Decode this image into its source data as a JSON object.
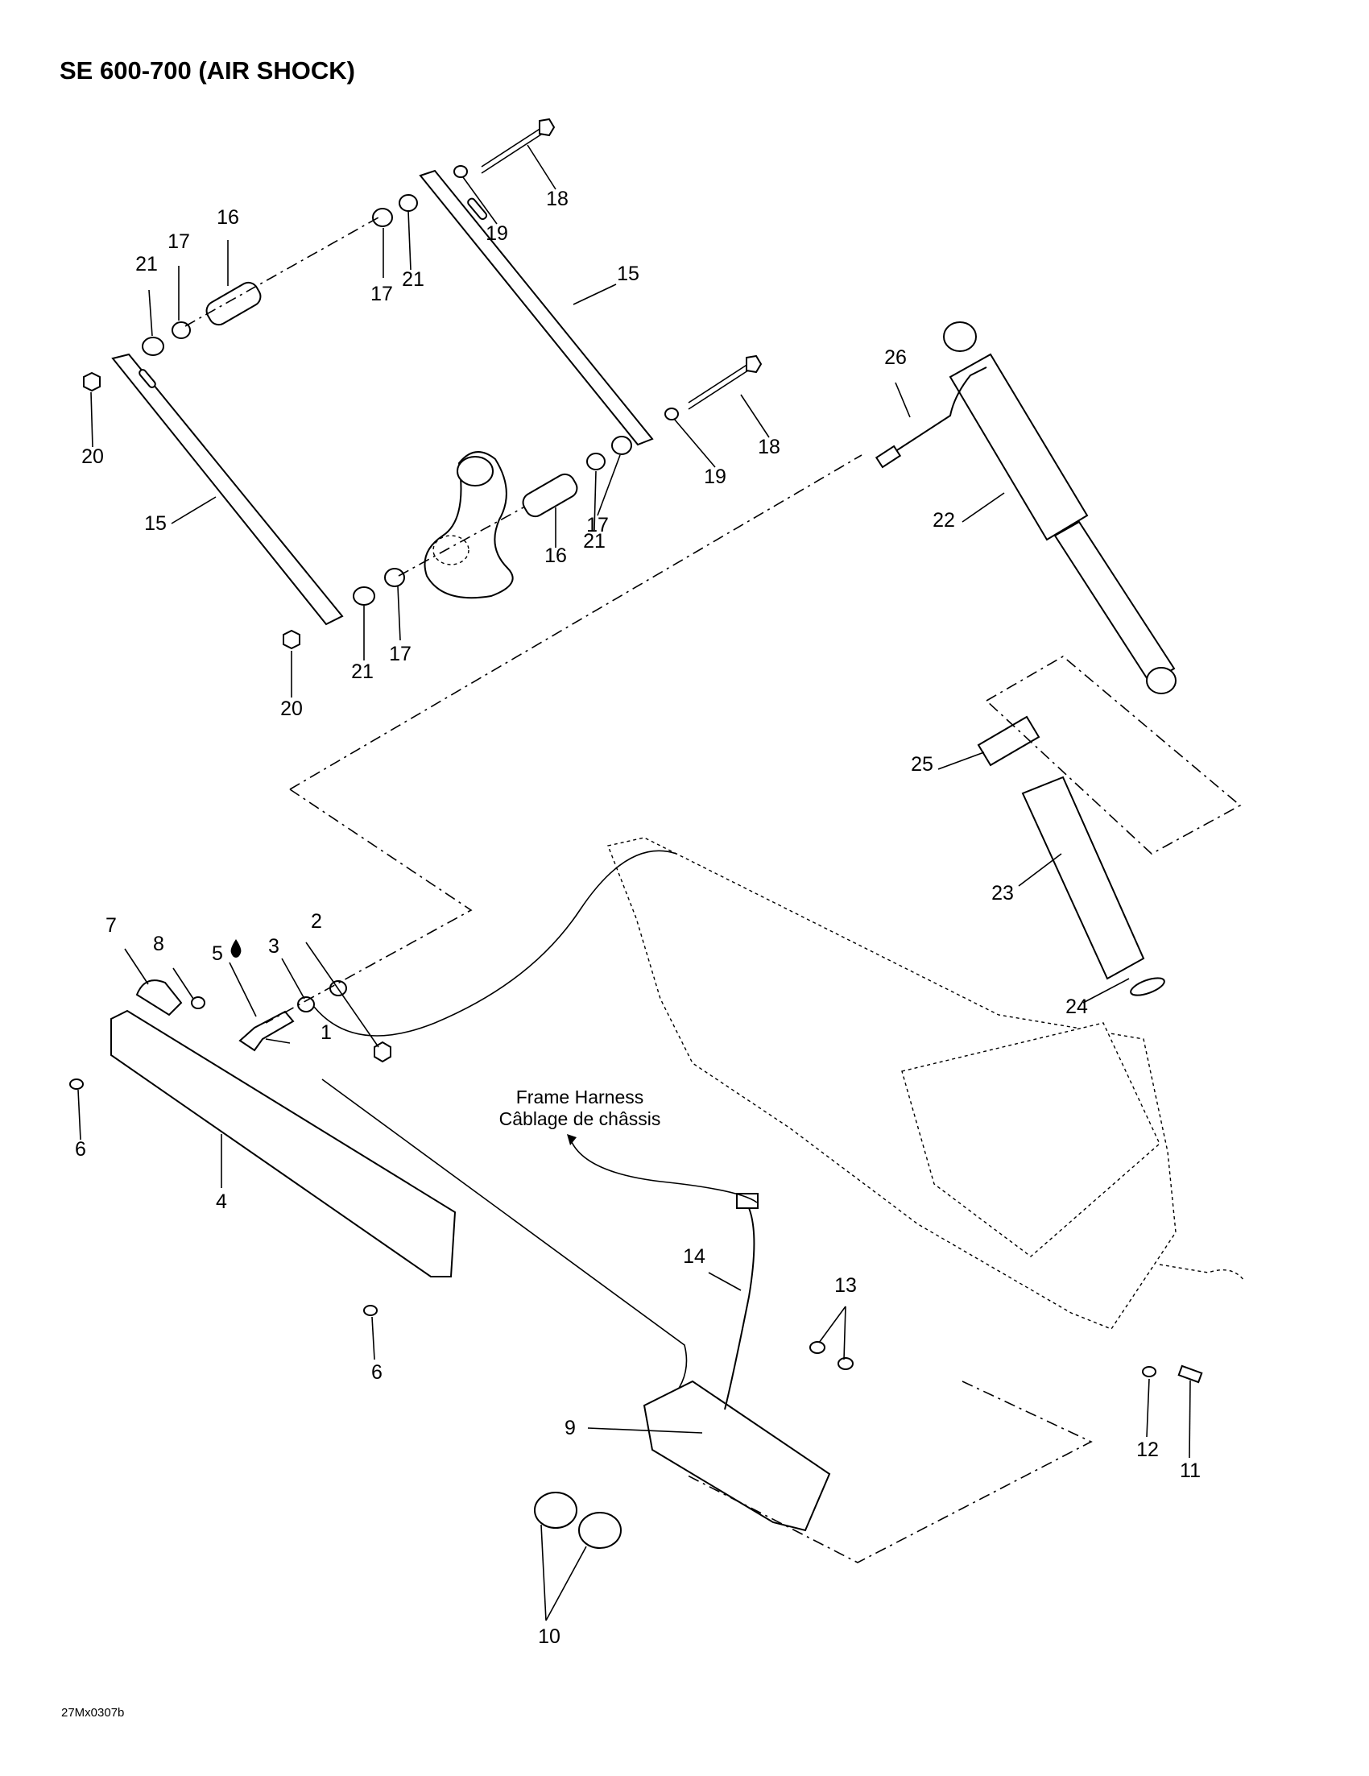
{
  "title": "SE 600-700 (AIR SHOCK)",
  "drawing_code": "27Mx0307b",
  "harness_label": [
    "Frame Harness",
    "Câblage de châssis"
  ],
  "callouts": [
    {
      "num": "1"
    },
    {
      "num": "2"
    },
    {
      "num": "3"
    },
    {
      "num": "4"
    },
    {
      "num": "5"
    },
    {
      "num": "6"
    },
    {
      "num": "6"
    },
    {
      "num": "7"
    },
    {
      "num": "8"
    },
    {
      "num": "9"
    },
    {
      "num": "10"
    },
    {
      "num": "11"
    },
    {
      "num": "12"
    },
    {
      "num": "13"
    },
    {
      "num": "14"
    },
    {
      "num": "15"
    },
    {
      "num": "15"
    },
    {
      "num": "16"
    },
    {
      "num": "16"
    },
    {
      "num": "17"
    },
    {
      "num": "17"
    },
    {
      "num": "17"
    },
    {
      "num": "17"
    },
    {
      "num": "18"
    },
    {
      "num": "18"
    },
    {
      "num": "19"
    },
    {
      "num": "19"
    },
    {
      "num": "20"
    },
    {
      "num": "20"
    },
    {
      "num": "21"
    },
    {
      "num": "21"
    },
    {
      "num": "21"
    },
    {
      "num": "21"
    },
    {
      "num": "22"
    },
    {
      "num": "23"
    },
    {
      "num": "24"
    },
    {
      "num": "25"
    },
    {
      "num": "26"
    }
  ]
}
